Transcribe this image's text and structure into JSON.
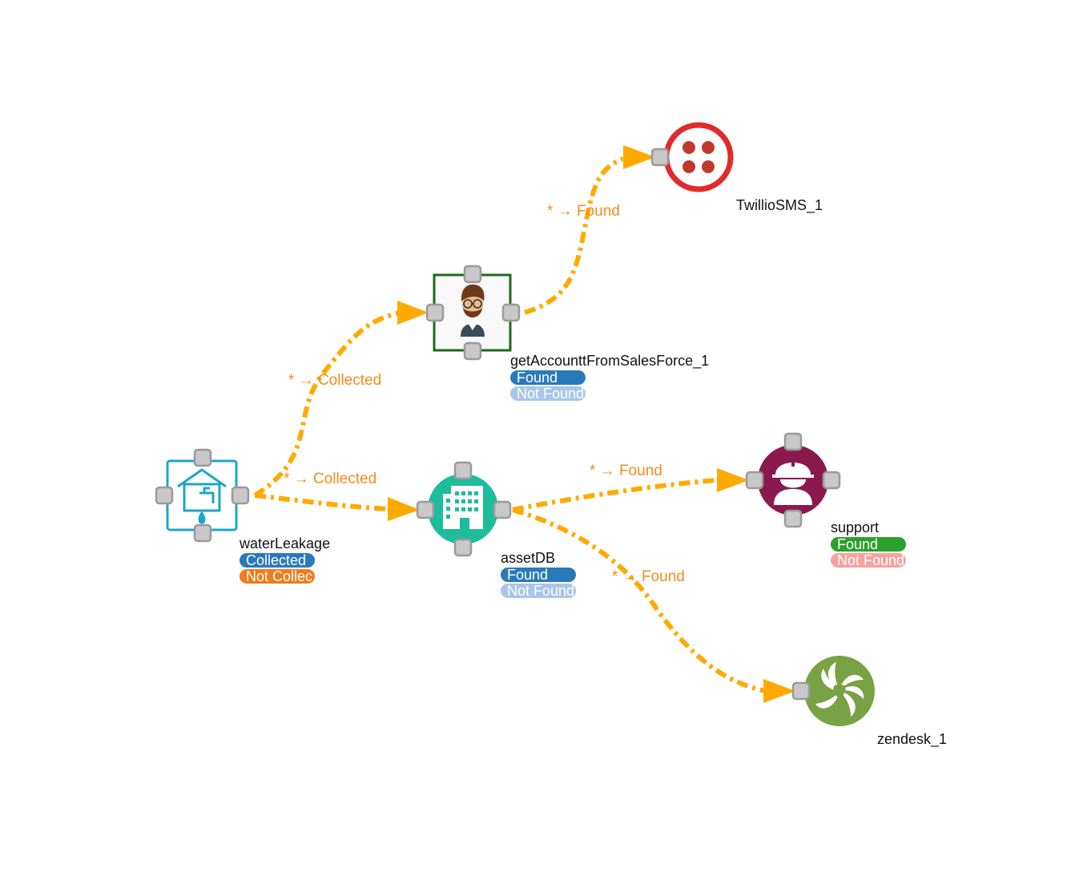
{
  "colors": {
    "edge": "#ffaa00",
    "edge_label": "#f28c1d",
    "handle_fill": "#c8c8c8",
    "handle_stroke": "#9a9a9a"
  },
  "nodes": {
    "waterLeakage": {
      "label": "waterLeakage",
      "icon": "house-faucet-icon",
      "badges": [
        {
          "text": "Collected",
          "color": "#2a7ab9"
        },
        {
          "text": "Not Collec",
          "color": "#f07c1c"
        }
      ]
    },
    "assetDB": {
      "label": "assetDB",
      "icon": "building-icon",
      "badges": [
        {
          "text": "Found",
          "color": "#2a7ab9"
        },
        {
          "text": "Not Found",
          "color": "#a9c6e8"
        }
      ]
    },
    "salesforce": {
      "label": "getAccounttFromSalesForce_1",
      "icon": "user-avatar-icon",
      "badges": [
        {
          "text": "Found",
          "color": "#2a7ab9"
        },
        {
          "text": "Not Found",
          "color": "#a9c6e8"
        }
      ]
    },
    "twilio": {
      "label": "TwillioSMS_1",
      "icon": "twilio-logo-icon"
    },
    "support": {
      "label": "support",
      "icon": "worker-helmet-icon",
      "badges": [
        {
          "text": "Found",
          "color": "#2ca02c"
        },
        {
          "text": "Not Found",
          "color": "#f6a2a0"
        }
      ]
    },
    "zendesk": {
      "label": "zendesk_1",
      "icon": "zendesk-logo-icon"
    }
  },
  "edges": [
    {
      "from": "waterLeakage",
      "to": "getAccounttFromSalesForce_1",
      "label": "* → Collected"
    },
    {
      "from": "waterLeakage",
      "to": "assetDB",
      "label": "* → Collected"
    },
    {
      "from": "getAccounttFromSalesForce_1",
      "to": "TwillioSMS_1",
      "label": "* → Found"
    },
    {
      "from": "assetDB",
      "to": "support",
      "label": "* → Found"
    },
    {
      "from": "assetDB",
      "to": "zendesk_1",
      "label": "* → Found"
    }
  ]
}
